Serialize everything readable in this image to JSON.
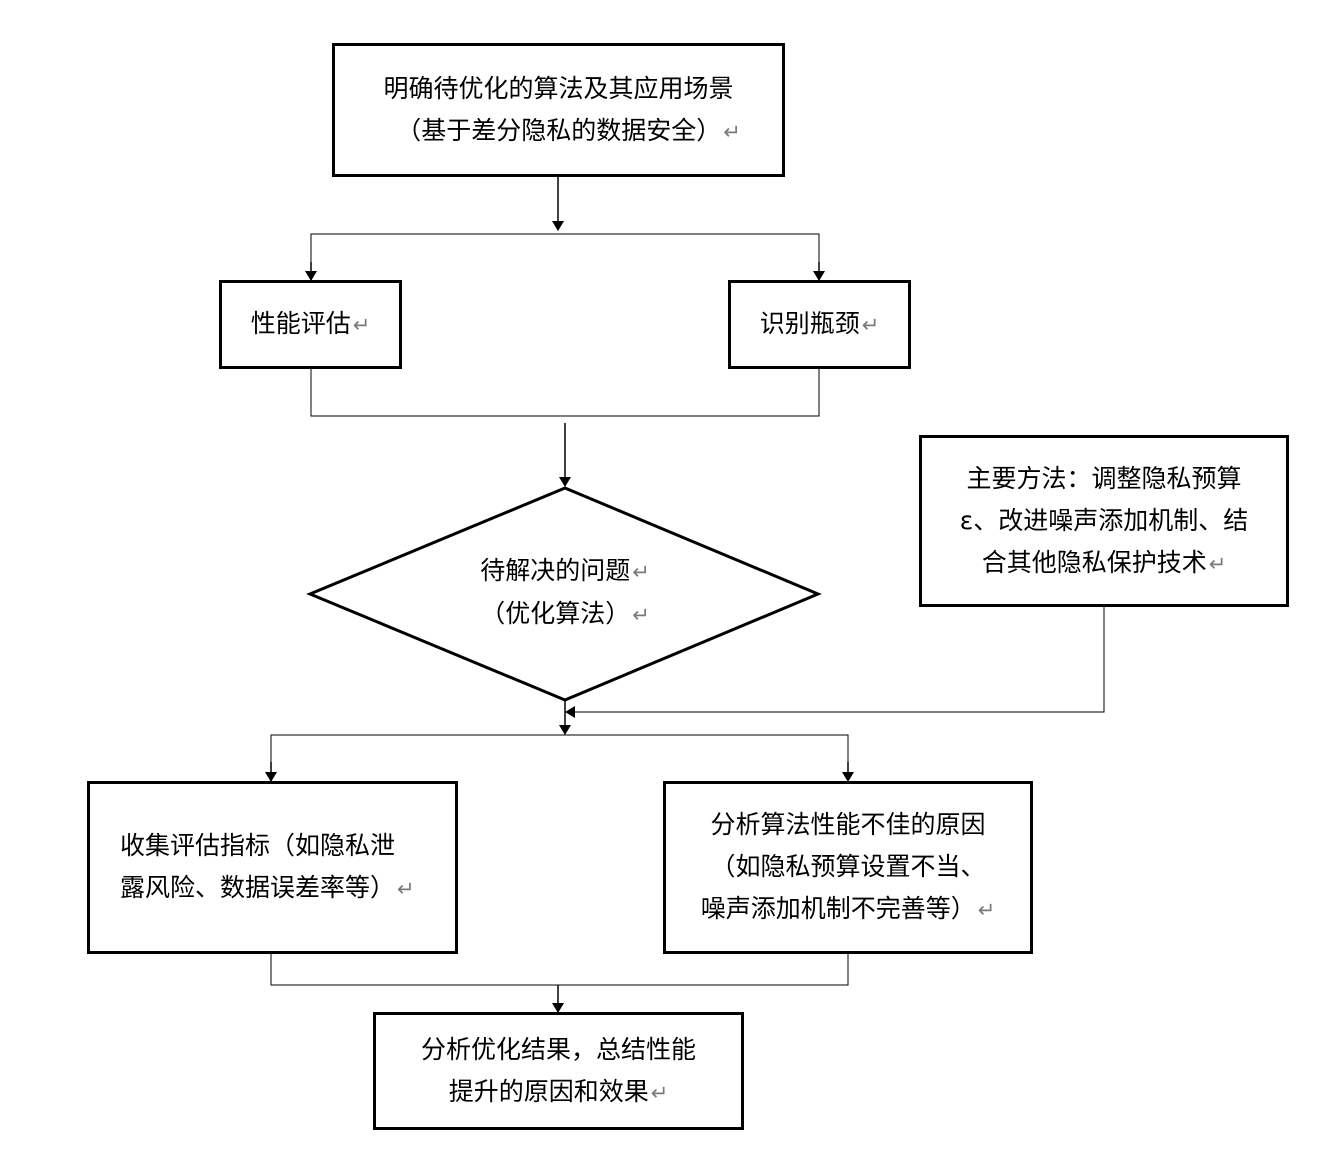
{
  "return_mark": "↵",
  "nodes": {
    "start": {
      "lines": [
        "明确待优化的算法及其应用场景",
        "（基于差分隐私的数据安全）"
      ]
    },
    "perf_eval": {
      "lines": [
        "性能评估"
      ]
    },
    "bottleneck": {
      "lines": [
        "识别瓶颈"
      ]
    },
    "main_methods": {
      "lines": [
        "主要方法：调整隐私预算",
        "ε、改进噪声添加机制、结",
        "合其他隐私保护技术"
      ]
    },
    "decision": {
      "lines": [
        "待解决的问题",
        "（优化算法）"
      ]
    },
    "collect_metrics": {
      "lines": [
        "收集评估指标（如隐私泄",
        "露风险、数据误差率等）"
      ]
    },
    "analyze_causes": {
      "lines": [
        "分析算法性能不佳的原因",
        "（如隐私预算设置不当、",
        "噪声添加机制不完善等）"
      ]
    },
    "result": {
      "lines": [
        "分析优化结果，总结性能",
        "提升的原因和效果"
      ]
    }
  }
}
